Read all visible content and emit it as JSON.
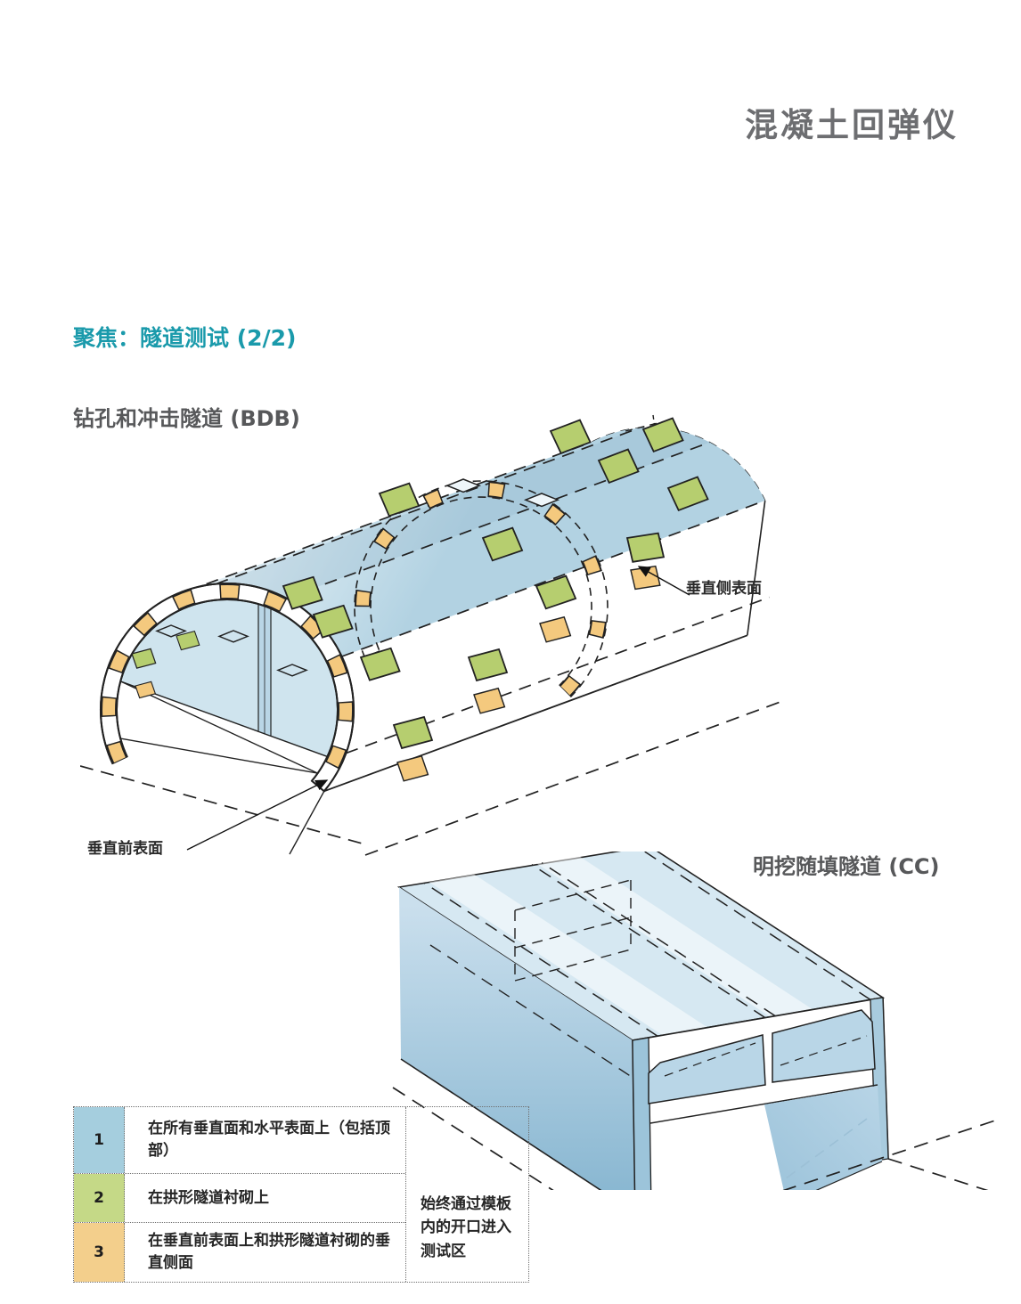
{
  "page": {
    "title": "混凝土回弹仪"
  },
  "section": {
    "focus_heading": "聚焦：隧道测试 (2/2)"
  },
  "bdb": {
    "heading": "钻孔和冲击隧道 (BDB)",
    "label_side_surface": "垂直侧表面",
    "label_front_surface": "垂直前表面"
  },
  "cc": {
    "heading": "明挖随填隧道 (CC)"
  },
  "legend": {
    "rows": [
      {
        "num": "1",
        "swatch_color": "#a5cede",
        "text": "在所有垂直面和水平表面上（包括顶部）"
      },
      {
        "num": "2",
        "swatch_color": "#c5d987",
        "text": "在拱形隧道衬砌上"
      },
      {
        "num": "3",
        "swatch_color": "#f3cf8c",
        "text": "在垂直前表面上和拱形隧道衬砌的垂直侧面"
      }
    ],
    "note": "始终通过模板内的开口进入测试区"
  },
  "colors": {
    "accent_teal": "#1a9aab",
    "title_gray": "#6d6e71",
    "heading_gray": "#57585a",
    "patch_green": "#b6ce6f",
    "patch_orange": "#f4c97e",
    "surface_blue": "#c6dde9"
  }
}
